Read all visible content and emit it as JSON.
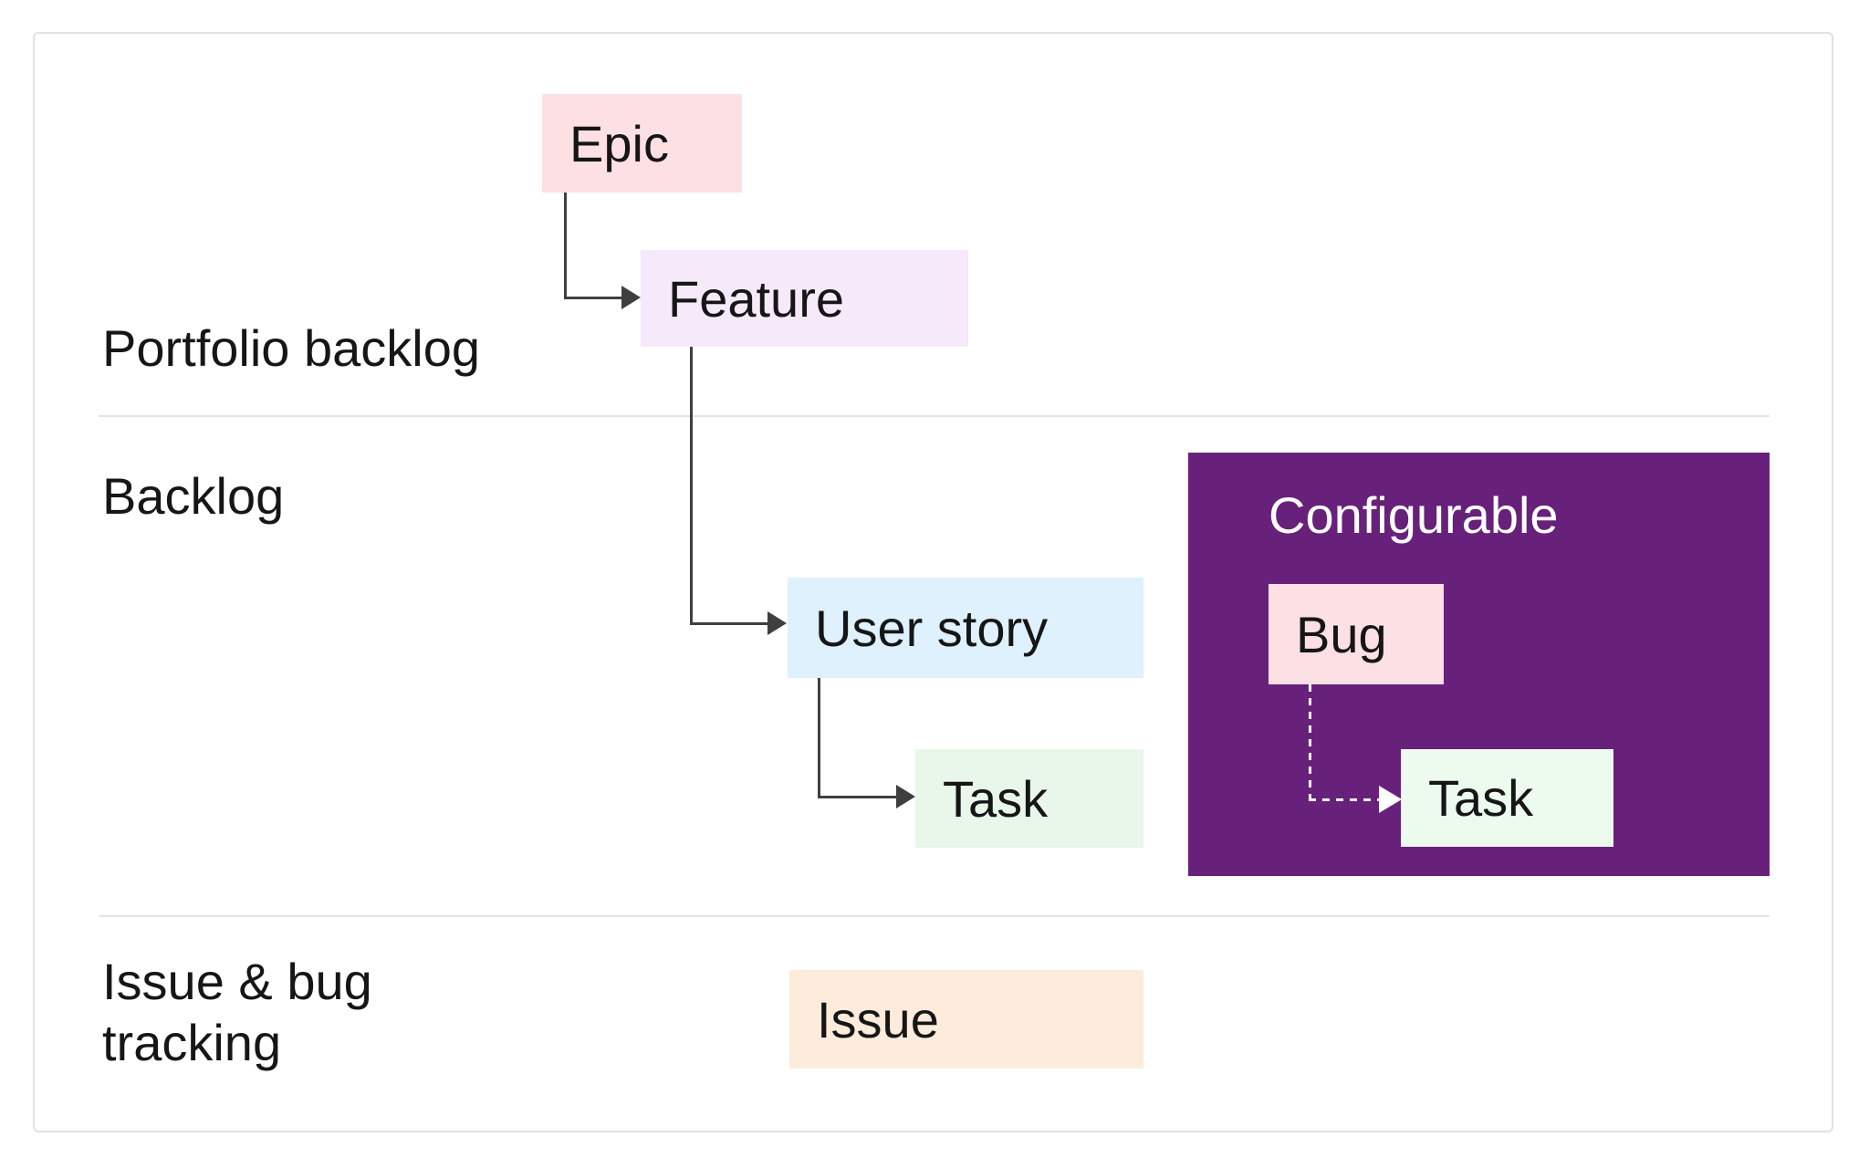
{
  "sections": [
    {
      "label": "Portfolio backlog"
    },
    {
      "label": "Backlog"
    },
    {
      "label": "Issue & bug tracking"
    }
  ],
  "nodes": {
    "epic": {
      "label": "Epic"
    },
    "feature": {
      "label": "Feature"
    },
    "user_story": {
      "label": "User story"
    },
    "task": {
      "label": "Task"
    },
    "issue": {
      "label": "Issue"
    }
  },
  "configurable_group": {
    "title": "Configurable",
    "nodes": {
      "bug": {
        "label": "Bug"
      },
      "task": {
        "label": "Task"
      }
    }
  },
  "colors": {
    "epic_bg": "#fde0e3",
    "feature_bg": "#f6e9fa",
    "user_story_bg": "#def1fc",
    "task_bg": "#e8f7e9",
    "issue_bg": "#fdecdb",
    "bug_bg": "#fde0e3",
    "configurable_bg": "#68217a",
    "configurable_task_bg": "#edfaee",
    "configurable_title_text": "#ffffff",
    "connector": "#3f3f3f",
    "dotted_connector": "#ffffff",
    "divider": "#e3e3e8",
    "frame_border": "#e1e1e4",
    "text": "#161616"
  }
}
